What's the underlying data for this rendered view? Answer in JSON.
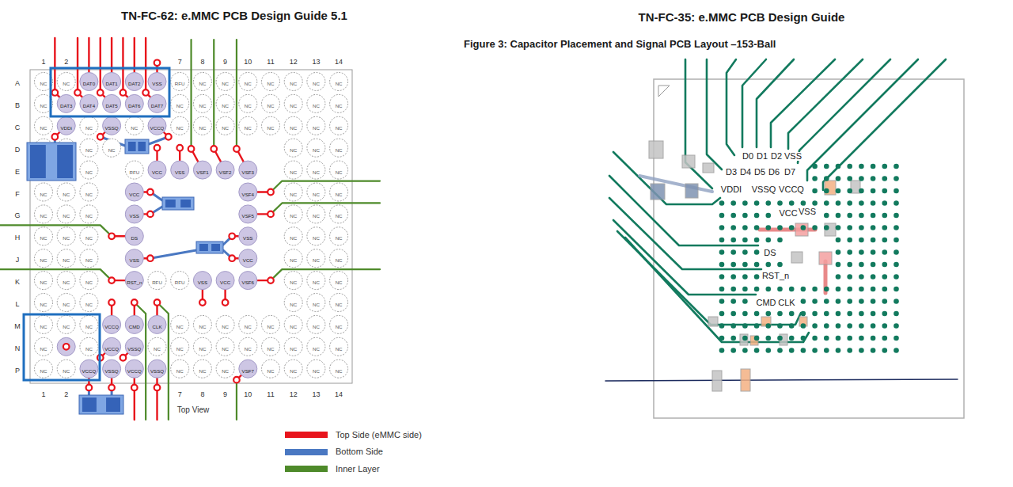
{
  "diagram": {
    "labels": [
      "TN-FC-62: e.MMC PCB Design Guide 5.1",
      "1",
      "2",
      "7",
      "8",
      "9",
      "10",
      "11",
      "12",
      "13",
      "14",
      "A",
      "NC",
      "NC",
      "DAT0",
      "DAT1",
      "DAT2",
      "VSS",
      "RFU",
      "NC",
      "NC",
      "NC",
      "NC",
      "NC",
      "NC",
      "NC",
      "B",
      "NC",
      "DAT3",
      "DAT4",
      "DAT5",
      "DAT6",
      "DAT7",
      "NC",
      "NC",
      "NC",
      "NC",
      "NC",
      "NC",
      "NC",
      "NC",
      "C",
      "NC",
      "VDDi",
      "NC",
      "VSSQ",
      "NC",
      "VCCQ",
      "NC",
      "NC",
      "NC",
      "NC",
      "NC",
      "NC",
      "NC",
      "NC",
      "D",
      "NC",
      "NC",
      "NC",
      "NC",
      "NC",
      "E",
      "NC",
      "RFU",
      "VCC",
      "VSS",
      "VSF1",
      "VSF2",
      "VSF3",
      "NC",
      "NC",
      "NC",
      "F",
      "NC",
      "NC",
      "NC",
      "VCC",
      "VSF4",
      "NC",
      "NC",
      "NC",
      "G",
      "NC",
      "NC",
      "NC",
      "VSS",
      "VSF5",
      "NC",
      "NC",
      "NC",
      "H",
      "NC",
      "NC",
      "NC",
      "DS",
      "VSS",
      "NC",
      "NC",
      "NC",
      "J",
      "NC",
      "NC",
      "NC",
      "VSS",
      "VCC",
      "NC",
      "NC",
      "NC",
      "K",
      "NC",
      "NC",
      "NC",
      "RST_n",
      "RFU",
      "RFU",
      "VSS",
      "VCC",
      "VSF6",
      "NC",
      "NC",
      "NC",
      "L",
      "NC",
      "NC",
      "NC",
      "NC",
      "NC",
      "NC",
      "M",
      "NC",
      "NC",
      "NC",
      "VCCQ",
      "CMD",
      "CLK",
      "NC",
      "NC",
      "NC",
      "NC",
      "NC",
      "NC",
      "NC",
      "NC",
      "N",
      "NC",
      "NC",
      "VCCQ",
      "VSSQ",
      "NC",
      "NC",
      "NC",
      "NC",
      "NC",
      "NC",
      "NC",
      "NC",
      "NC",
      "P",
      "NC",
      "NC",
      "VCCQ",
      "VSSQ",
      "VCCQ",
      "VSSQ",
      "NC",
      "NC",
      "NC",
      "VSF7",
      "NC",
      "NC",
      "NC",
      "NC",
      "1",
      "2",
      "7",
      "8",
      "9",
      "10",
      "11",
      "12",
      "13",
      "14",
      "Top View",
      "TN-FC-35: e.MMC PCB Design Guide",
      "Figure 3: Capacitor Placement and Signal PCB Layout –153-Ball",
      "D0",
      "D1",
      "D2",
      "VSS",
      "D3",
      "D4",
      "D5",
      "D6",
      "D7",
      "VDDI",
      "VSSQ",
      "VCCQ",
      "VCC",
      "VSS",
      "DS",
      "RST_n",
      "CMD",
      "CLK"
    ],
    "legend": [
      {
        "text": "Top Side (eMMC side)",
        "color": "#e8141c"
      },
      {
        "text": "Bottom Side",
        "color": "#4a78c2"
      },
      {
        "text": "Inner Layer",
        "color": "#4e8a2a"
      }
    ]
  }
}
